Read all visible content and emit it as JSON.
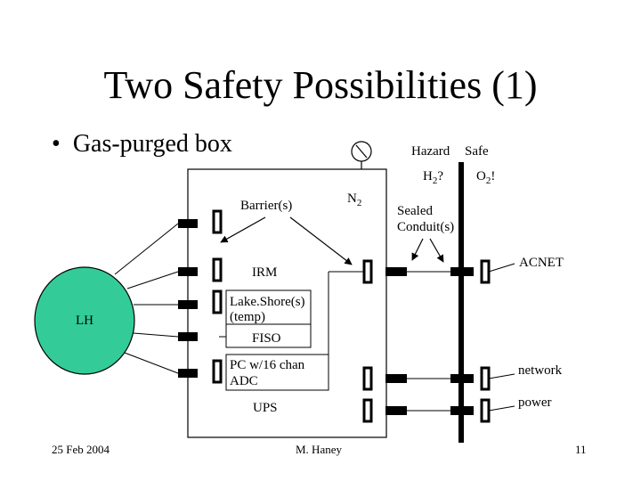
{
  "slide": {
    "title": "Two Safety Possibilities (1)",
    "bullet": "Gas-purged box"
  },
  "diagram": {
    "hazard_label": "Hazard",
    "safe_label": "Safe",
    "h2_label": "H",
    "h2_sub": "2",
    "h2_suffix": "?",
    "o2_label": "O",
    "o2_sub": "2",
    "o2_suffix": "!",
    "barrier_label": "Barrier(s)",
    "n2_label": "N",
    "n2_sub": "2",
    "sealed_line1": "Sealed",
    "sealed_line2": "Conduit(s)",
    "irm_label": "IRM",
    "acnet_label": "ACNET",
    "lakeshore_line1": "Lake.Shore(s)",
    "lakeshore_line2": "(temp)",
    "lh_label": "LH",
    "lh_color": "#33cc99",
    "fiso_label": "FISO",
    "pc_line1": "PC w/16 chan",
    "pc_line2": "ADC",
    "network_label": "network",
    "ups_label": "UPS",
    "power_label": "power"
  },
  "footer": {
    "date": "25 Feb 2004",
    "author": "M. Haney",
    "page": "11"
  }
}
